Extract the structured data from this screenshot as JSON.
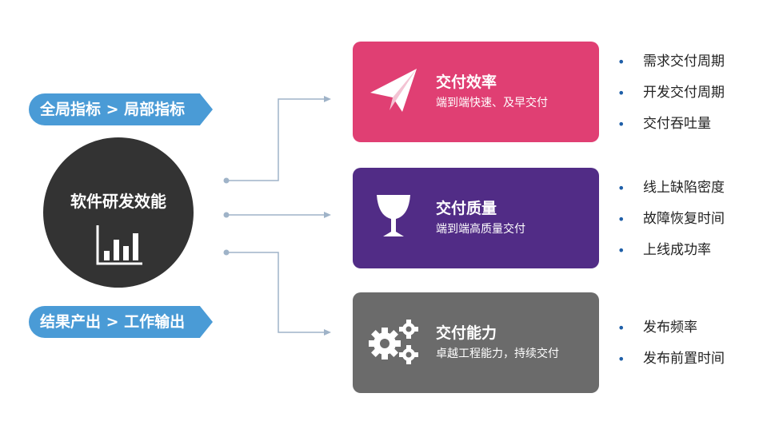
{
  "tags": {
    "top": "全局指标 > 局部指标",
    "bottom": "结果产出 > 工作输出"
  },
  "center": {
    "title": "软件研发效能",
    "icon": "bar-chart-icon"
  },
  "cards": [
    {
      "title": "交付效率",
      "subtitle": "端到端快速、及早交付",
      "icon": "paper-plane-icon",
      "color": "#e03f73",
      "metrics": [
        "需求交付周期",
        "开发交付周期",
        "交付吞吐量"
      ]
    },
    {
      "title": "交付质量",
      "subtitle": "端到端高质量交付",
      "icon": "goblet-icon",
      "color": "#512c86",
      "metrics": [
        "线上缺陷密度",
        "故障恢复时间",
        "上线成功率"
      ]
    },
    {
      "title": "交付能力",
      "subtitle": "卓越工程能力，持续交付",
      "icon": "gears-icon",
      "color": "#6b6b6b",
      "metrics": [
        "发布频率",
        "发布前置时间"
      ]
    }
  ],
  "colors": {
    "tag": "#4a9bd6",
    "circle": "#333333",
    "connector": "#9fb3c8",
    "bullet": "#1f5fa8"
  }
}
